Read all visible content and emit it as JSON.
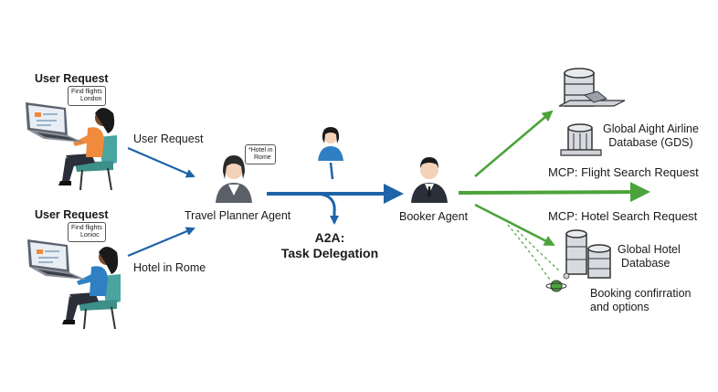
{
  "users": {
    "top": {
      "label": "User Request",
      "bubble_line1": "Find flights",
      "bubble_line2": "London",
      "arrow_label": "User Request"
    },
    "bottom": {
      "label": "User Request",
      "bubble_line1": "Find flights",
      "bubble_line2": "Lonioc",
      "arrow_label": "Hotel in Rome"
    }
  },
  "travel_planner": {
    "label": "Travel Planner Agent",
    "bubble_line1": "*Hotel in",
    "bubble_line2": "Rome"
  },
  "delegation": {
    "line1": "A2A:",
    "line2": "Task Delegation"
  },
  "booker": {
    "label": "Booker Agent"
  },
  "flight_request": {
    "label": "MCP: Flight Search Request"
  },
  "hotel_request": {
    "label": "MCP: Hotel Search Request"
  },
  "airline_db": {
    "line1": "Global Aight Airline",
    "line2": "Database (GDS)"
  },
  "hotel_db": {
    "line1": "Global Hotel",
    "line2": "Database"
  },
  "booking": {
    "line1": "Booking confirration",
    "line2": "and options"
  },
  "colors": {
    "blue_arrow": "#1f63a8",
    "green_arrow": "#4da33b",
    "shirt_orange": "#f08a3c",
    "shirt_blue": "#2f7fc4",
    "chair_teal": "#4aa5a0"
  }
}
